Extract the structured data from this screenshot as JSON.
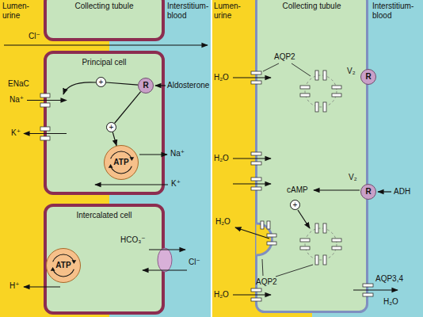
{
  "diagram": {
    "nodes": [
      {
        "text": [
          "Collecting tubule"
        ]
      },
      {
        "text": [
          "Principal cell"
        ]
      },
      {
        "text": [
          "R"
        ],
        "in": 1
      },
      {
        "text": [
          "ATP"
        ],
        "in": 1
      },
      {
        "text": [
          "+"
        ],
        "in": 1
      },
      {
        "text": [
          "+"
        ],
        "in": 1
      },
      {
        "text": [
          "Intercalated cell"
        ]
      },
      {
        "text": [
          "ATP"
        ],
        "in": 6
      },
      {
        "text": [
          "Collecting tubule"
        ]
      },
      {
        "text": [
          "R"
        ],
        "in": 8
      },
      {
        "text": [
          "R"
        ],
        "in": 8
      },
      {
        "text": [
          "+"
        ],
        "in": 8
      }
    ],
    "edges": [
      {
        "from": 2,
        "to": 4,
        "arrow": "none"
      },
      {
        "from": 2,
        "to": 5,
        "arrow": "none"
      },
      {
        "from": 5,
        "to": 3,
        "arrow": "to"
      }
    ],
    "labels": [
      "Lumen- urine",
      "Interstitium- blood",
      "Cl⁻",
      "ENaC",
      "Na⁺",
      "K⁺",
      "Aldosterone",
      "Na⁺",
      "K⁺",
      "H⁺",
      "HCO₃⁻",
      "Cl⁻",
      "Lumen- urine",
      "Interstitium- blood",
      "AQP2",
      "H₂O",
      "V₂",
      "H₂O",
      "cAMP",
      "V₂",
      "ADH",
      "H₂O",
      "AQP2",
      "H₂O",
      "AQP3,4",
      "H₂O"
    ]
  }
}
